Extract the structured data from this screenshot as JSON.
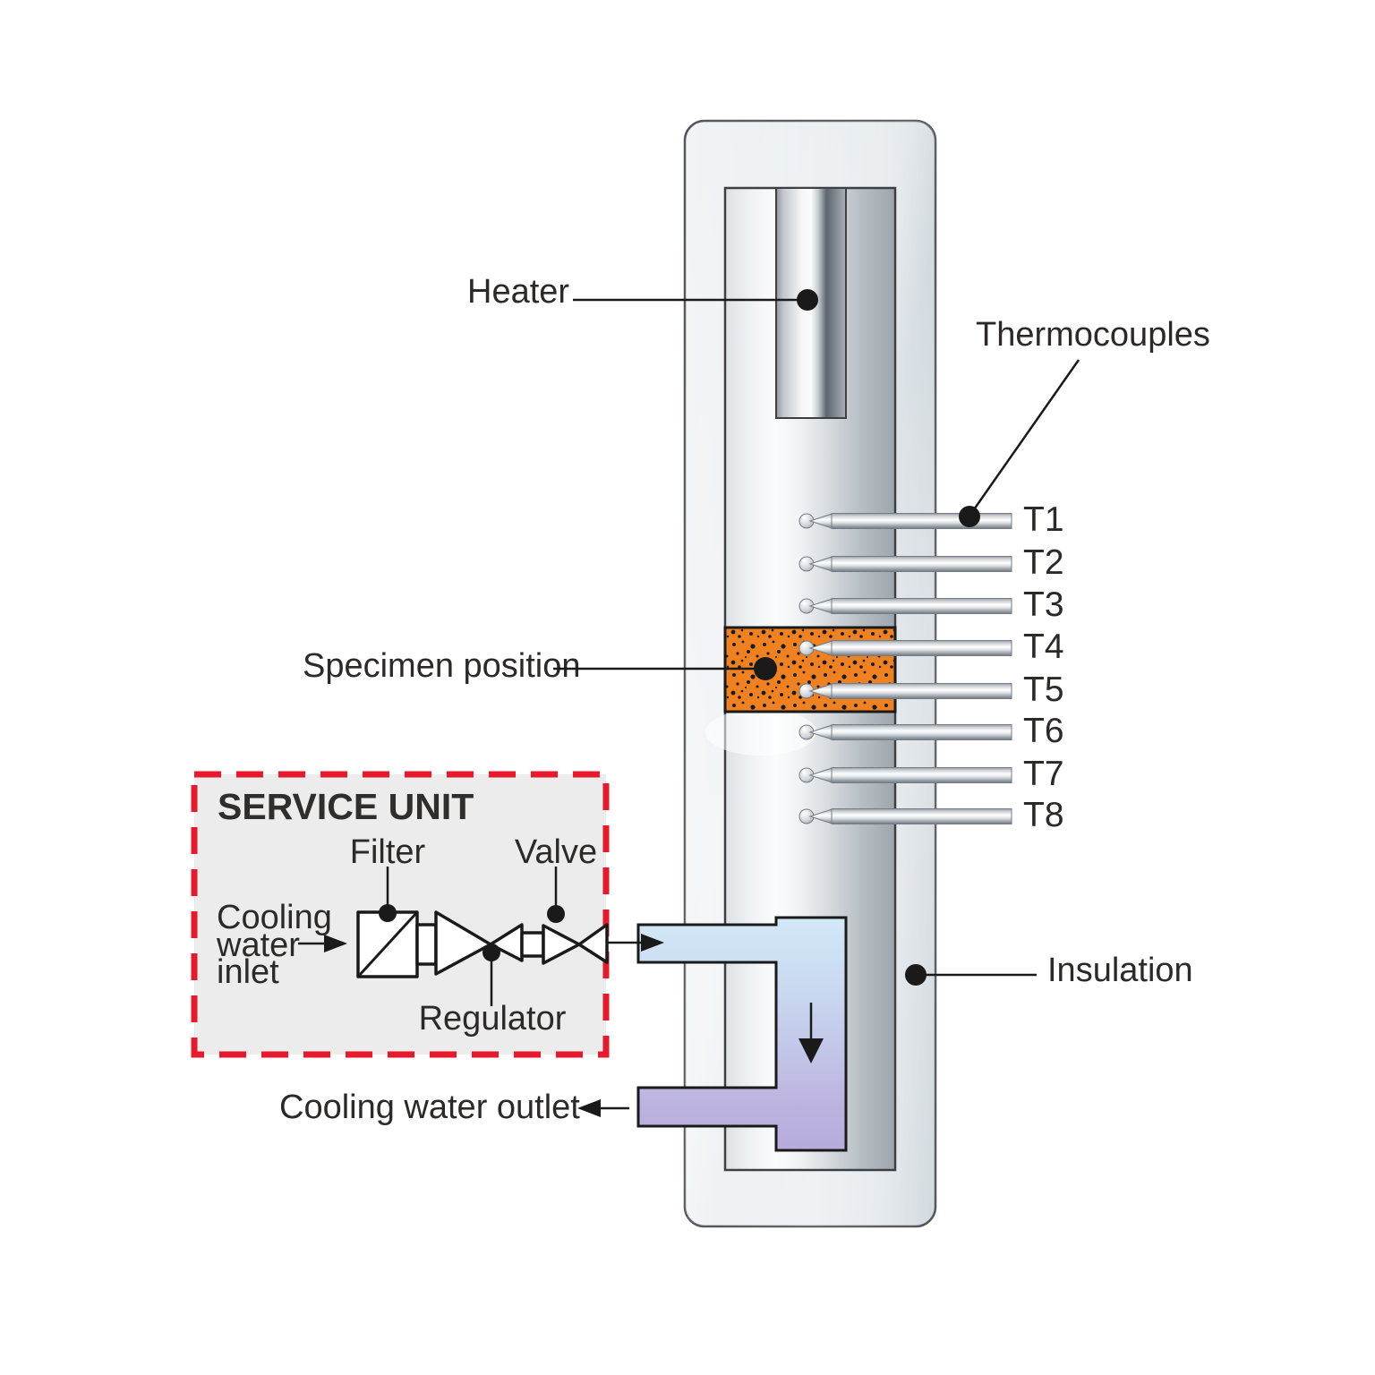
{
  "diagram": {
    "heater_label": "Heater",
    "thermocouples_label": "Thermocouples",
    "thermocouple_ids": [
      "T1",
      "T2",
      "T3",
      "T4",
      "T5",
      "T6",
      "T7",
      "T8"
    ],
    "specimen_label": "Specimen position",
    "insulation_label": "Insulation",
    "cooling_water_outlet_label": "Cooling water outlet"
  },
  "service_unit": {
    "title": "SERVICE UNIT",
    "filter_label": "Filter",
    "valve_label": "Valve",
    "regulator_label": "Regulator",
    "inlet_label_lines": [
      "Cooling",
      "water",
      "inlet"
    ]
  },
  "colors": {
    "specimen_orange": "#ef8120",
    "service_box_border_red": "#e8192c",
    "service_box_fill": "#ececec",
    "water_inlet_blue": "#d3e8f8",
    "water_outlet_purple": "#b7abdc"
  }
}
